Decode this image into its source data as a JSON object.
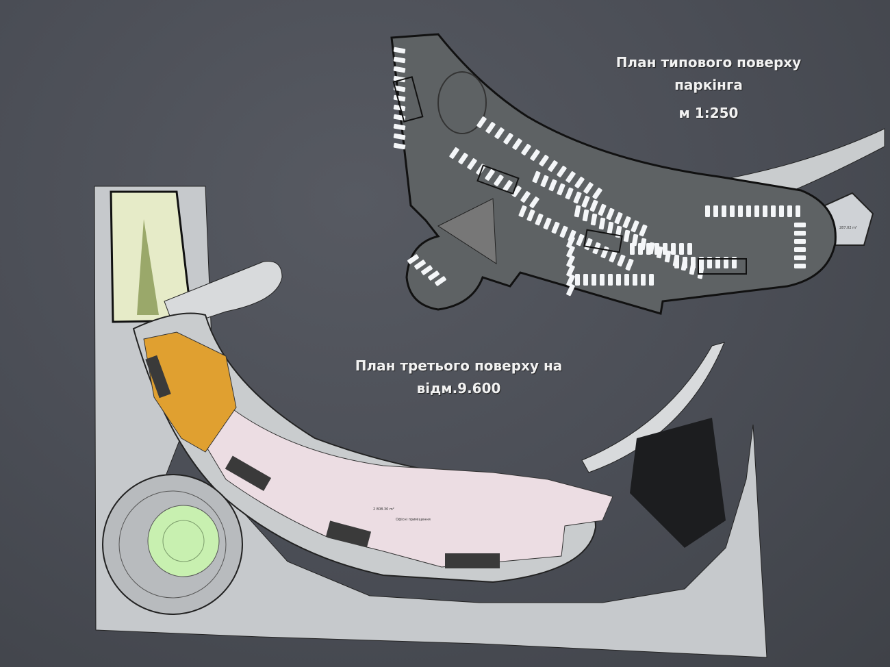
{
  "parking_plan": {
    "title_line1": "План типового  поверху",
    "title_line2": "паркінга",
    "scale": "м 1:250",
    "annex_area": "287.02 m²"
  },
  "third_floor_plan": {
    "title_line1": "План  третього поверху на",
    "title_line2": "відм.9.600",
    "office_area": "2 808.30 m²",
    "office_label": "Офісні приміщення"
  },
  "colors": {
    "background": "#4a4d55",
    "parking_floor": "#5e6264",
    "stall": "#f4f6f8",
    "office": "#ecdde3",
    "core": "#e0a030",
    "atrium": "#c8f0b0",
    "landscape": "#e6ebc8",
    "slab": "#c9ccce"
  }
}
